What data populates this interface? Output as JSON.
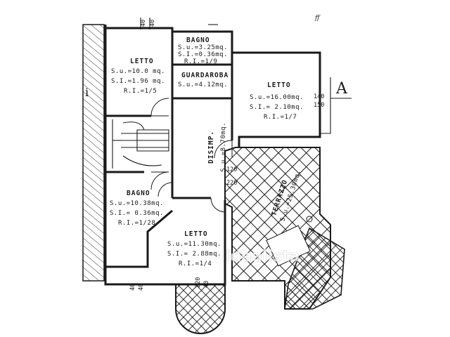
{
  "colors": {
    "ink": "#1a1a1a",
    "paper": "#ffffff"
  },
  "rooms": {
    "letto_1": {
      "name": "LETTO",
      "su": "S.u.=10.0 mq.",
      "si": "S.I.=1.96 mq.",
      "ri": "R.I.=1/5"
    },
    "bagno_1": {
      "name": "BAGNO",
      "su": "S.u.=3.25mq.",
      "si": "S.I.=0.36mq.",
      "ri": "R.I.=1/9"
    },
    "guardaroba": {
      "name": "GUARDAROBA",
      "su": "S.u.=4.12mq."
    },
    "letto_2": {
      "name": "LETTO",
      "su": "S.u.=16.00mq.",
      "si": "S.I.= 2.10mq.",
      "ri": "R.I.=1/7"
    },
    "disimp": {
      "name": "DISIMP.",
      "su": "S.u.=8.70mq."
    },
    "terrazzo": {
      "name": "TERRAZZO",
      "su": "S.u.=25.30mq."
    },
    "bagno_2": {
      "name": "BAGNO",
      "su": "S.u.=10.38mq.",
      "si": "S.I.= 0.36mq.",
      "ri": "R.I.=1/28"
    },
    "letto_3": {
      "name": "LETTO",
      "su": "S.u.=11.30mq.",
      "si": "S.I.= 2.88mq.",
      "ri": "R.I.=1/4"
    }
  },
  "dimensions": {
    "top_a": "40",
    "top_b": "40",
    "right_a": "140",
    "right_b": "150",
    "mid_a": "120",
    "mid_b": "220",
    "bottom_a": "40",
    "bottom_b": "40",
    "bottom_c": "220",
    "bottom_d": "40"
  },
  "markers": {
    "section": "A",
    "side": "i",
    "corner": "ff"
  },
  "watermark": "idealista"
}
